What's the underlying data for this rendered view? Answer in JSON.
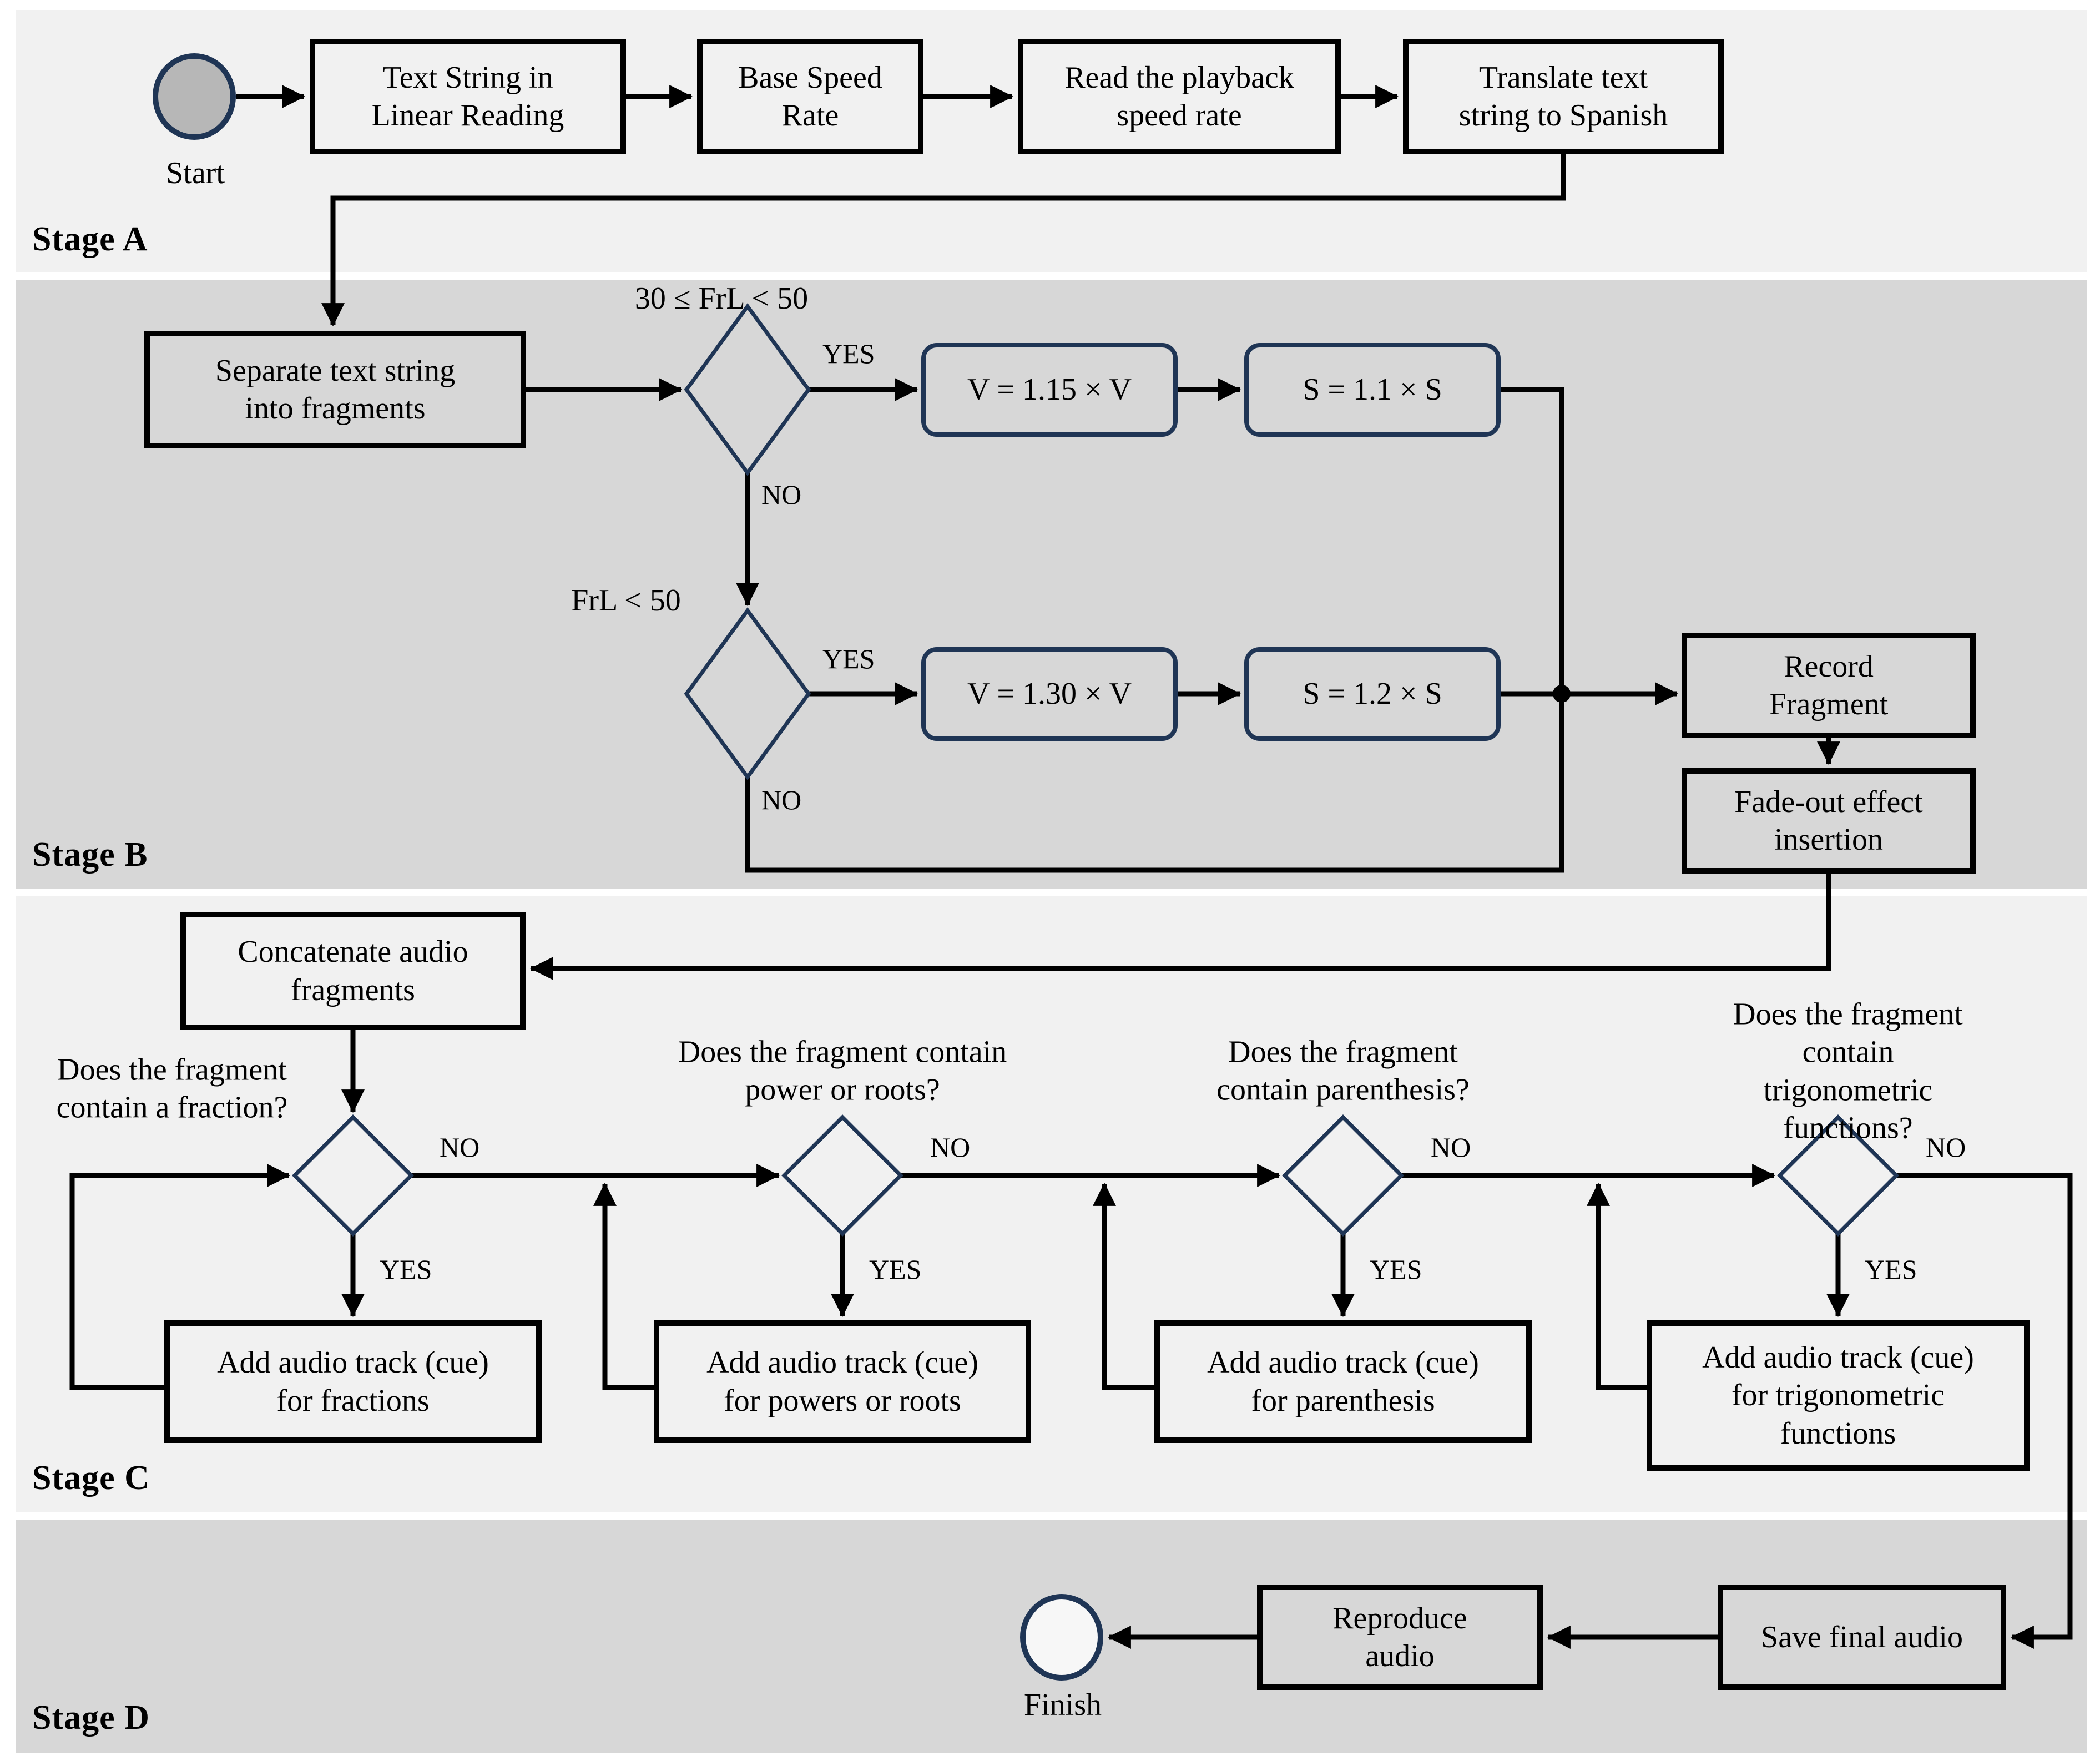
{
  "colors": {
    "band_light": "#f1f1f1",
    "band_dark": "#d7d7d7",
    "line_black": "#000000",
    "accent_navy": "#1f3555",
    "start_fill": "#b7b7b7",
    "finish_fill": "#f7f7f7"
  },
  "stages": {
    "a": {
      "label": "Stage A"
    },
    "b": {
      "label": "Stage B"
    },
    "c": {
      "label": "Stage C"
    },
    "d": {
      "label": "Stage D"
    }
  },
  "terminals": {
    "start": "Start",
    "finish": "Finish"
  },
  "edge_labels": {
    "yes": "YES",
    "no": "NO"
  },
  "nodes": {
    "a1": "Text String in\nLinear Reading",
    "a2": "Base Speed\nRate",
    "a3": "Read the playback\nspeed rate",
    "a4": "Translate text\nstring to Spanish",
    "b_separate": "Separate text string\ninto fragments",
    "b_cond1": "30 ≤ FrL < 50",
    "b_v115": "V = 1.15 × V",
    "b_s11": "S = 1.1 × S",
    "b_cond2": "FrL < 50",
    "b_v130": "V = 1.30 × V",
    "b_s12": "S = 1.2 × S",
    "b_record": "Record\nFragment",
    "b_fade": "Fade-out effect\ninsertion",
    "c_concat": "Concatenate audio\nfragments",
    "c_q1": "Does the fragment\ncontain a fraction?",
    "c_q2": "Does the fragment contain\npower or roots?",
    "c_q3": "Does the fragment\ncontain parenthesis?",
    "c_q4": "Does the fragment contain\ntrigonometric functions?",
    "c_add1": "Add audio track (cue)\nfor fractions",
    "c_add2": "Add audio track (cue)\nfor powers or roots",
    "c_add3": "Add audio track (cue)\nfor parenthesis",
    "c_add4": "Add audio track (cue)\nfor trigonometric\nfunctions",
    "d_save": "Save final audio",
    "d_reproduce": "Reproduce\naudio"
  }
}
